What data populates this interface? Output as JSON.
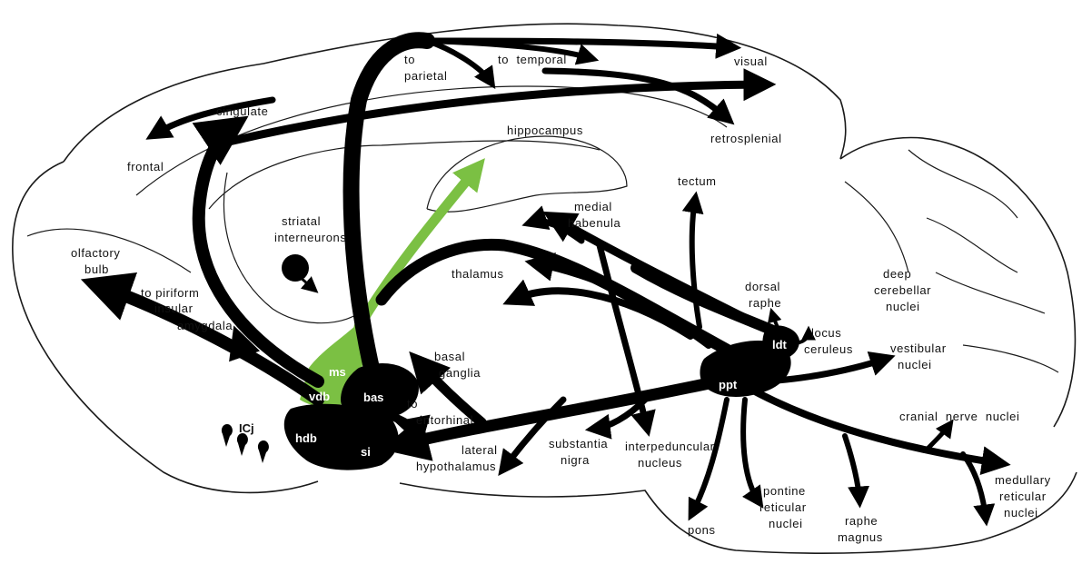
{
  "colors": {
    "pathway": "#000000",
    "highlight": "#7bc043",
    "background": "#ffffff",
    "outline": "#1a1a1a"
  },
  "nuclei": {
    "ms": "ms",
    "vdb": "vdb",
    "bas": "bas",
    "hdb": "hdb",
    "si": "si",
    "ppt": "ppt",
    "ldt": "ldt",
    "icj": "ICj"
  },
  "regions": {
    "frontal": "frontal",
    "cingulate": "cingulate",
    "to_parietal_1": "to",
    "to_parietal_2": "parietal",
    "to_temporal": "to  temporal",
    "visual": "visual",
    "retrosplenial": "retrosplenial",
    "hippocampus": "hippocampus",
    "striatal_1": "striatal",
    "striatal_2": "interneurons",
    "olfactory_1": "olfactory",
    "olfactory_2": "bulb",
    "piriform_1": "to piriform",
    "piriform_2": "insular",
    "amygdala": "amygdala",
    "thalamus": "thalamus",
    "medial_1": "medial",
    "medial_2": "habenula",
    "tectum": "tectum",
    "dorsal_1": "dorsal",
    "dorsal_2": "raphe",
    "deep_1": "deep",
    "deep_2": "cerebellar",
    "deep_3": "nuclei",
    "locus_1": "locus",
    "locus_2": "ceruleus",
    "vestibular_1": "vestibular",
    "vestibular_2": "nuclei",
    "basal_1": "basal",
    "basal_2": "ganglia",
    "ento_1": "to",
    "ento_2": "entorhinal",
    "lateral_1": "lateral",
    "lateral_2": "hypothalamus",
    "substantia_1": "substantia",
    "substantia_2": "nigra",
    "interped_1": "interpeduncular",
    "interped_2": "nucleus",
    "cranial": "cranial  nerve  nuclei",
    "medullary_1": "medullary",
    "medullary_2": "reticular",
    "medullary_3": "nuclei",
    "pontine_1": "pontine",
    "pontine_2": "reticular",
    "pontine_3": "nuclei",
    "pons": "pons",
    "raphe_1": "raphe",
    "raphe_2": "magnus"
  }
}
